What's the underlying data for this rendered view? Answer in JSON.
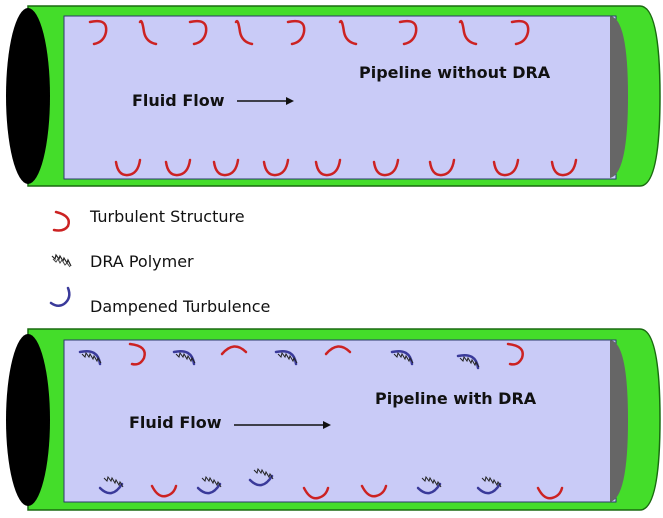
{
  "top_pipe": {
    "title": "Pipeline without DRA",
    "flow_label": "Fluid Flow"
  },
  "bottom_pipe": {
    "title": "Pipeline with DRA",
    "flow_label": "Fluid Flow"
  },
  "legend": {
    "items": [
      {
        "label": "Turbulent Structure",
        "icon": "turbulent-structure-icon"
      },
      {
        "label": "DRA Polymer",
        "icon": "dra-polymer-icon"
      },
      {
        "label": "Dampened Turbulence",
        "icon": "dampened-turbulence-icon"
      }
    ]
  },
  "colors": {
    "pipe_wall": "#44dd2a",
    "pipe_interior": "#c9cbf7",
    "pipe_end_dark": "#000000",
    "pipe_end_right": "#666666",
    "turbulent": "#cc2222",
    "dampened": "#3a3a9a",
    "polymer": "#222222"
  }
}
